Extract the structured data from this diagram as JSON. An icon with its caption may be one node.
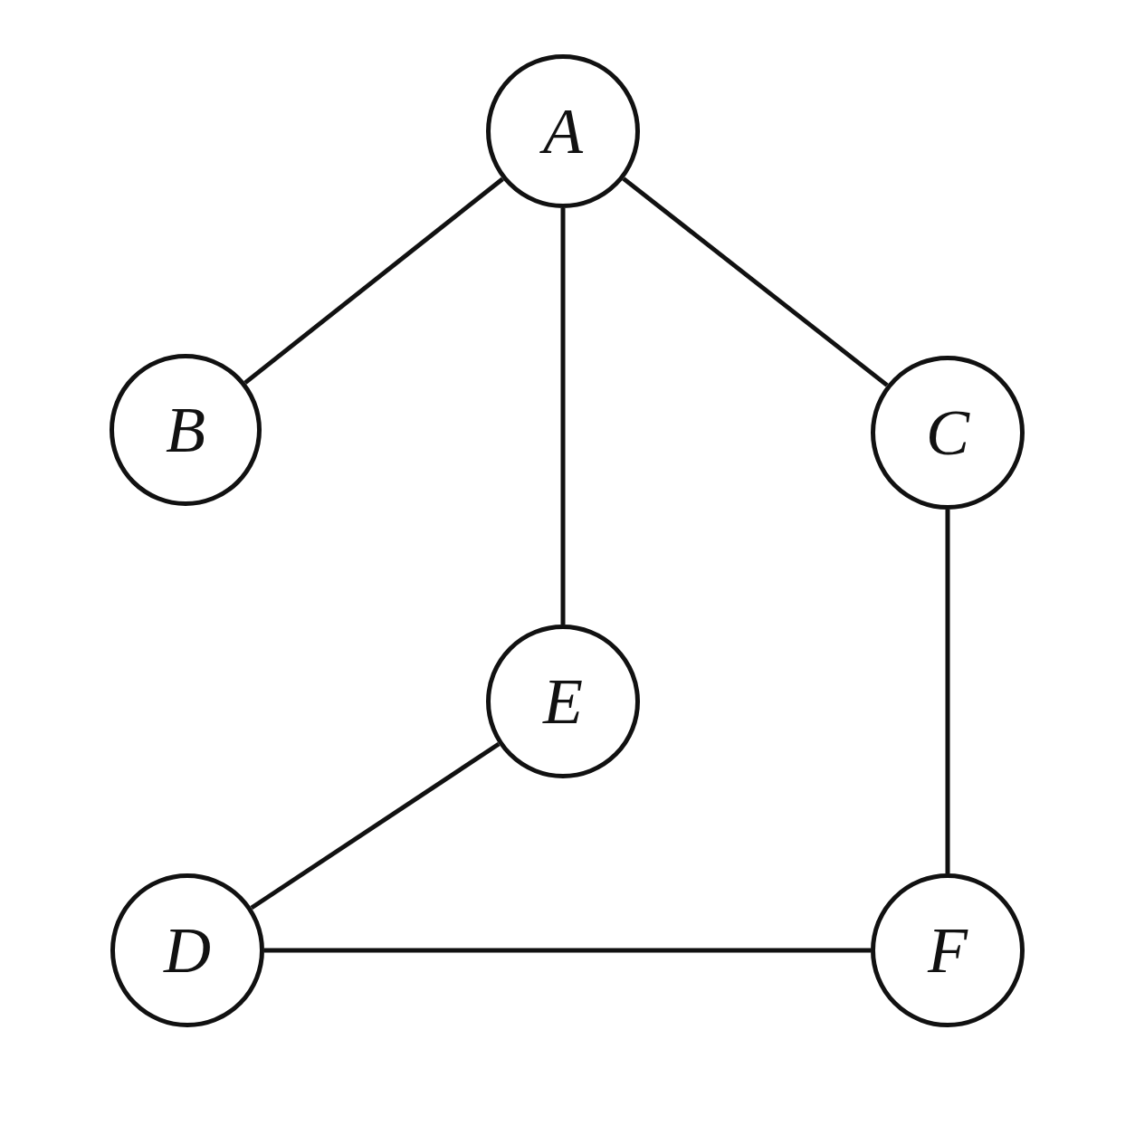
{
  "diagram": {
    "nodes": [
      {
        "text": [
          "A"
        ]
      },
      {
        "text": [
          "B"
        ]
      },
      {
        "text": [
          "C"
        ]
      },
      {
        "text": [
          "E"
        ]
      },
      {
        "text": [
          "D"
        ]
      },
      {
        "text": [
          "F"
        ]
      }
    ],
    "edges": [
      {
        "from": 0,
        "to": 1,
        "arrow": "none"
      },
      {
        "from": 0,
        "to": 3,
        "arrow": "none"
      },
      {
        "from": 0,
        "to": 2,
        "arrow": "none"
      },
      {
        "from": 2,
        "to": 5,
        "arrow": "none"
      },
      {
        "from": 3,
        "to": 4,
        "arrow": "none"
      },
      {
        "from": 4,
        "to": 5,
        "arrow": "none"
      }
    ]
  }
}
